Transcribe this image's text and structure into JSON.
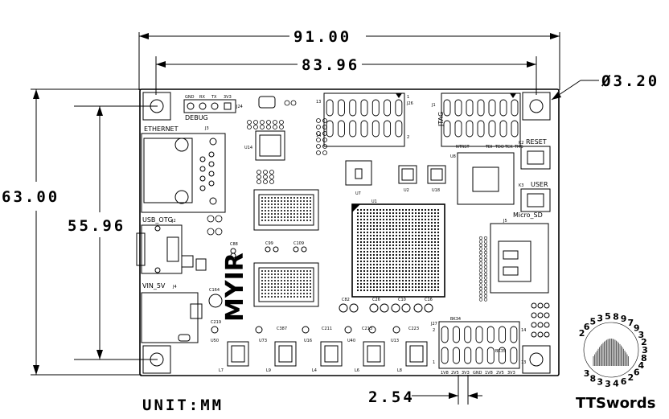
{
  "dimensions": {
    "width_total": "91.00",
    "width_holes": "83.96",
    "height_total": "63.00",
    "height_holes": "55.96",
    "hole_diameter": "Ø3.20",
    "pitch": "2.54",
    "unit": "UNIT:MM"
  },
  "labels": {
    "debug": "DEBUG",
    "debug_pins": [
      "GND",
      "RX",
      "TX",
      "3V3"
    ],
    "j24": "J24",
    "ethernet": "ETHERNET",
    "j3": "J3",
    "usb_otg": "USB_OTG",
    "j2": "J2",
    "vin": "VIN_5V",
    "j4": "J4",
    "u1": "U1",
    "u2": "U2",
    "u7": "U7",
    "u8": "U8",
    "u14": "U14",
    "u18": "U18",
    "j26": "J26",
    "j1": "J1",
    "jtag": "JTAG",
    "jtag_pins": [
      "NTRST",
      "TDI",
      "TDO",
      "TCK",
      "TMS"
    ],
    "reset": "RESET",
    "k2": "K2",
    "user": "USER",
    "k3": "K3",
    "micro_sd": "Micro_SD",
    "j5": "J5",
    "j27": "J27",
    "bk34": "BK34",
    "bk35": "BK35",
    "bottom_pins": [
      "1V8",
      "2V5",
      "3V3",
      "GND",
      "1V8",
      "2V5",
      "3V3"
    ],
    "logo": "MYIR",
    "regulators": [
      "L7",
      "L9",
      "L4",
      "L6",
      "L8"
    ],
    "u_reg": [
      "U50",
      "U73",
      "U16",
      "U40",
      "U13"
    ],
    "caps": [
      "C219",
      "C387",
      "C211",
      "C213",
      "C223",
      "C99",
      "C109",
      "C88",
      "C164",
      "C26",
      "C10",
      "C16",
      "C82"
    ],
    "conn_pins": [
      "1",
      "2",
      "13",
      "14"
    ]
  },
  "watermark": {
    "brand": "TTSwords",
    "ring": "2653589793238462643383"
  },
  "colors": {
    "ink": "#000000",
    "paper": "#ffffff"
  }
}
